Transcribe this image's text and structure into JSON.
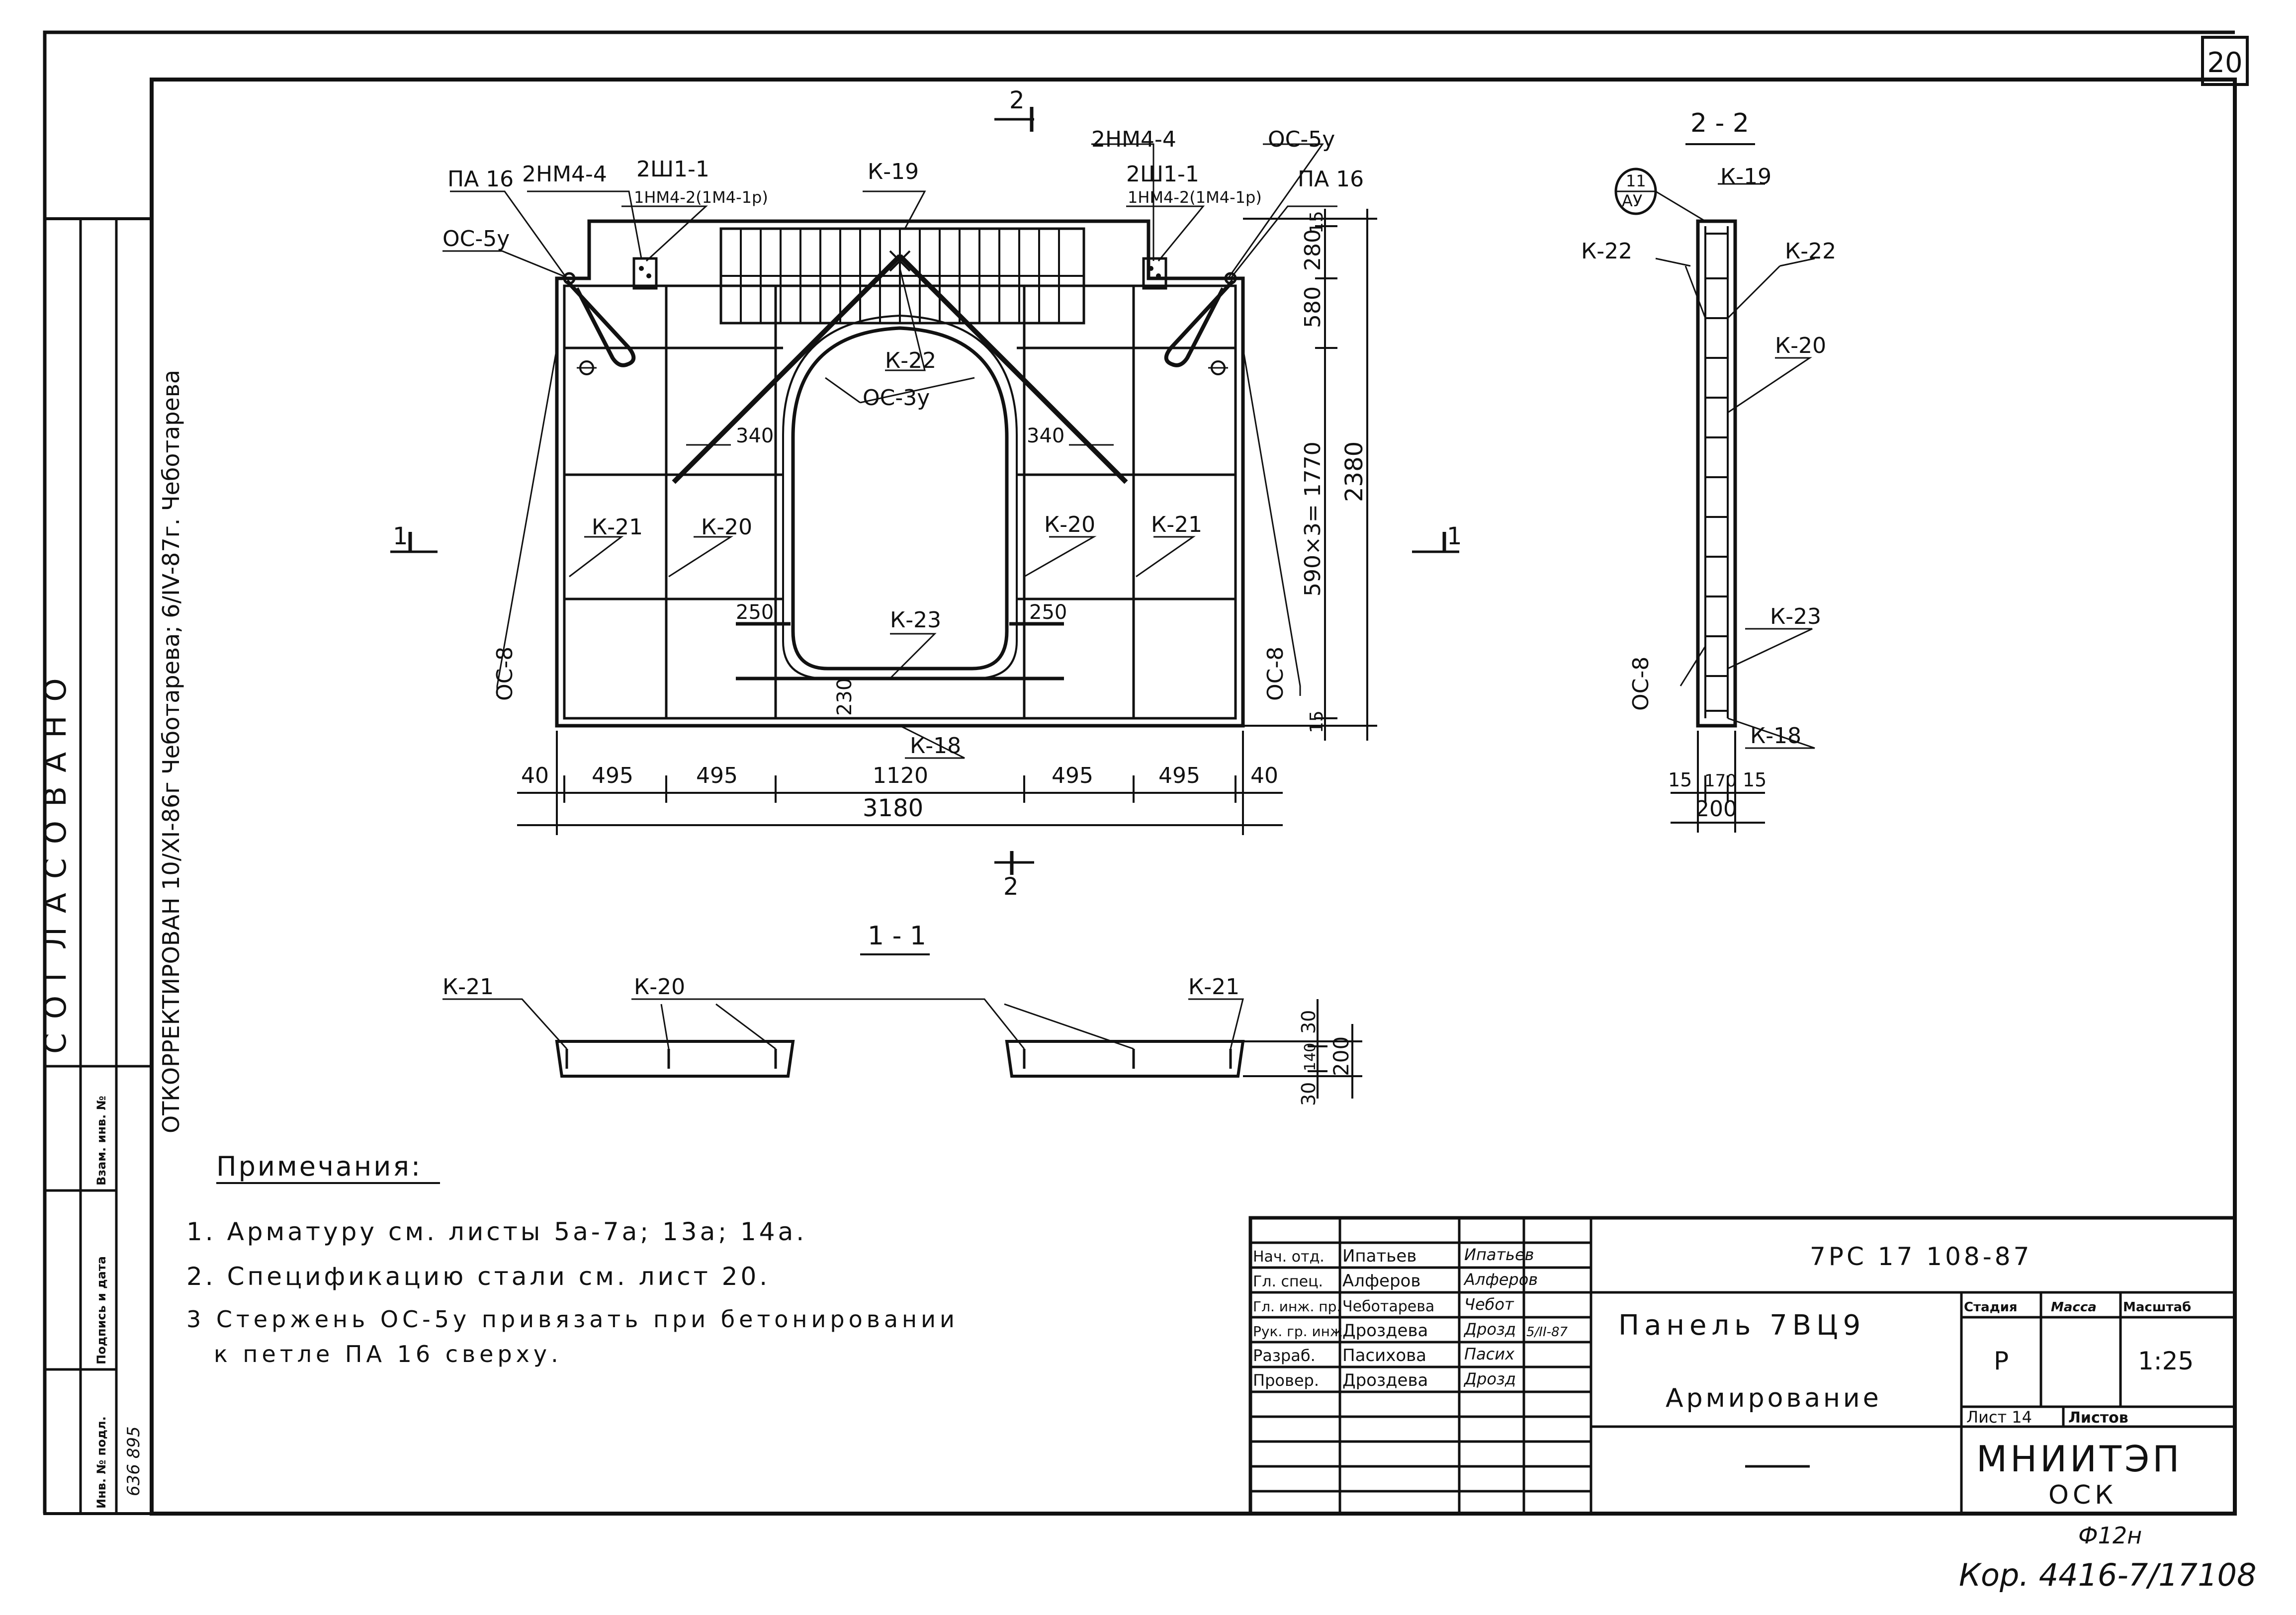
{
  "sheet": {
    "number": "20"
  },
  "side": {
    "agreed": "СОГЛАСОВАНО",
    "corrected": "ОТКОРРЕКТИРОВАН 10/XI-86г Чеботарева; 6/IV-87г. Чеботарева",
    "inv_orig": "Инв. № подл.",
    "sign_date": "Подпись и дата",
    "inv_repl": "Взам. инв. №",
    "inv_number": "636 895"
  },
  "plan": {
    "section_top": "2",
    "section_bottom": "2",
    "section_left": "1",
    "section_right": "1",
    "labels": {
      "pa16_l": "ПА 16",
      "hm_l": "2НМ4-4",
      "sh_l": "2Ш1-1",
      "sh2_l": "1НМ4-2(1М4-1р)",
      "os5y_l": "ОС-5у",
      "k19": "К-19",
      "hm_r": "2НМ4-4",
      "os5y_r": "ОС-5у",
      "sh_r": "2Ш1-1",
      "sh2_r": "1НМ4-2(1М4-1р)",
      "pa16_r": "ПА 16",
      "k22": "К-22",
      "os3y": "ОС-3у",
      "d340_l": "340",
      "d340_r": "340",
      "k21_l": "К-21",
      "k20_l": "К-20",
      "k20_r": "К-20",
      "k21_r": "К-21",
      "d250_l": "250",
      "d250_r": "250",
      "k23": "К-23",
      "d230": "230",
      "k18": "К-18",
      "os8_l": "ОС-8",
      "os8_r": "ОС-8"
    },
    "dims_bottom": [
      "40",
      "495",
      "495",
      "1120",
      "495",
      "495",
      "40"
    ],
    "dim_total": "3180",
    "dims_right": {
      "d15_top": "15",
      "d280": "280",
      "d580": "580",
      "d590": "590×3= 1770",
      "d2380": "2380",
      "d15_bot": "15"
    }
  },
  "section22": {
    "title": "2 - 2",
    "mark_top": "11",
    "mark_bot": "АУ",
    "k19": "К-19",
    "k22_l": "К-22",
    "k22_r": "К-22",
    "k20": "К-20",
    "k23": "К-23",
    "k18": "К-18",
    "os8": "ОС-8",
    "dims": [
      "15",
      "170",
      "15"
    ],
    "dim_total": "200"
  },
  "section11": {
    "title": "1 - 1",
    "k21_l": "К-21",
    "k20": "К-20",
    "k21_r": "К-21",
    "dims": [
      "30",
      "140",
      "30"
    ],
    "dim_total": "200"
  },
  "notes": {
    "title": "Примечания:",
    "items": [
      "1. Арматуру см. листы 5а-7а; 13а; 14а.",
      "2. Спецификацию стали см. лист 20.",
      "3 Стержень ОС-5у привязать при бетонировании",
      "к петле ПА 16 сверху."
    ]
  },
  "title_block": {
    "roles": [
      "Нач. отд.",
      "Гл. спец.",
      "Гл. инж. пр.",
      "Рук. гр. инж.",
      "Разраб.",
      "Провер."
    ],
    "names": [
      "Ипатьев",
      "Алферов",
      "Чеботарева",
      "Дроздева",
      "Пасихова",
      "Дроздева"
    ],
    "signatures": [
      "Ипатьев",
      "Алферов",
      "Чебот",
      "Дрозд",
      "Пасих",
      "Дрозд"
    ],
    "date": "5/II-87",
    "doc_code": "7РС 17 108-87",
    "product": "Панель 7ВЦ9",
    "subtitle": "Армирование",
    "stage_label": "Стадия",
    "mass_label": "Масса",
    "scale_label": "Масштаб",
    "stage": "Р",
    "mass": "",
    "scale": "1:25",
    "sheet_label": "Лист 14",
    "sheets_label": "Листов",
    "org": "МНИИТЭП",
    "org_sub": "ОСК"
  },
  "footer": {
    "format": "Ф12н",
    "copy_ref": "Кор. 4416-7/17108"
  }
}
